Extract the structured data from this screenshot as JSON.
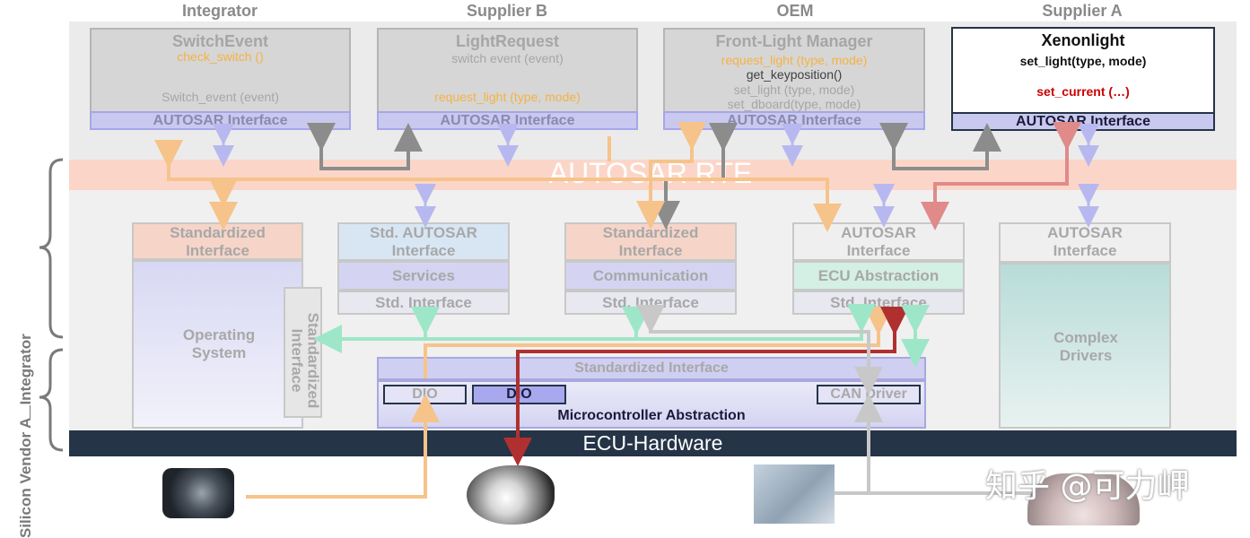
{
  "vendors": {
    "integrator": "Integrator",
    "supplier_b": "Supplier B",
    "oem": "OEM",
    "supplier_a": "Supplier A"
  },
  "swcs": {
    "switch_event": {
      "title": "SwitchEvent",
      "line1": "check_switch ()",
      "line2": "Switch_event (event)",
      "interface": "AUTOSAR Interface"
    },
    "light_request": {
      "title": "LightRequest",
      "line1": "switch event (event)",
      "line2": "request_light (type, mode)",
      "interface": "AUTOSAR Interface"
    },
    "front_light_manager": {
      "title": "Front-Light Manager",
      "line1": "request_light (type, mode)",
      "line2": "get_keyposition()",
      "line3": "set_light (type, mode)",
      "line4": "set_dboard(type, mode)",
      "interface": "AUTOSAR Interface"
    },
    "xenonlight": {
      "title": "Xenonlight",
      "line1": "set_light(type, mode)",
      "line2": "set_current (…)",
      "interface": "AUTOSAR Interface"
    }
  },
  "rte": {
    "label": "AUTOSAR RTE"
  },
  "side_labels": {
    "integrator": "Integrator",
    "silicon_vendor": "Silicon Vendor A"
  },
  "bsw": {
    "os": {
      "header": "Standardized Interface",
      "body": "Operating System",
      "side": "Standardized Interface"
    },
    "services": {
      "header": "Std. AUTOSAR Interface",
      "middle": "Services",
      "bottom": "Std. Interface"
    },
    "communication": {
      "header": "Standardized Interface",
      "middle": "Communication",
      "bottom": "Std. Interface"
    },
    "ecu_abstraction": {
      "header": "AUTOSAR Interface",
      "middle": "ECU Abstraction",
      "bottom": "Std. Interface"
    },
    "complex_drivers": {
      "header": "AUTOSAR Interface",
      "body": "Complex Drivers"
    },
    "mcal": {
      "header": "Standardized Interface",
      "dio1": "DIO",
      "dio2": "DIO",
      "can": "CAN Driver",
      "label": "Microcontroller Abstraction"
    }
  },
  "hardware": {
    "label": "ECU-Hardware"
  },
  "watermark": "知乎 @可力岬",
  "colors": {
    "orange": "#f6c38a",
    "gray_arrow": "#8c8c8c",
    "lilac": "#b8b8f0",
    "mint": "#9ee6c8",
    "red": "#e08a8a",
    "dark_red": "#b03030",
    "navy": "#253447",
    "rte": "#fbd6c8",
    "accent_orange_text": "#f5b245",
    "accent_red_text": "#cc0000"
  },
  "icons": {
    "light_switch": "light-switch-photo",
    "headlamp": "headlamp-photo",
    "sensor": "sensor-photo",
    "dashboard": "dashboard-photo"
  }
}
